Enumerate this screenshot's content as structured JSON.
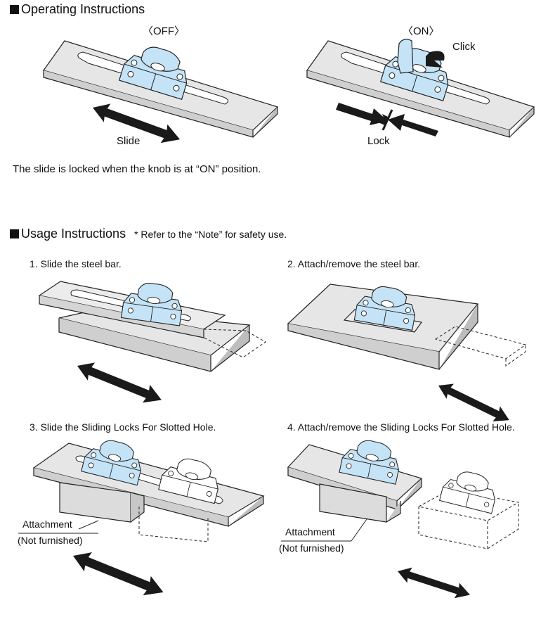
{
  "operating": {
    "heading": "Operating Instructions",
    "off_label": "〈OFF〉",
    "on_label": "〈ON〉",
    "click_label": "Click",
    "slide_label": "Slide",
    "lock_label": "Lock",
    "description": "The slide is locked when the knob is at “ON” position."
  },
  "usage": {
    "heading": "Usage Instructions",
    "note": "* Refer to the “Note” for safety use.",
    "steps": [
      {
        "caption": "1. Slide the steel bar."
      },
      {
        "caption": "2. Attach/remove the steel bar."
      },
      {
        "caption": "3. Slide the Sliding Locks For Slotted Hole."
      },
      {
        "caption": "4. Attach/remove the Sliding Locks For Slotted Hole."
      }
    ],
    "attachment_label": "Attachment",
    "not_furnished_label": "(Not furnished)"
  },
  "colors": {
    "lock_fill": "#c5e3f6",
    "bar_fill": "#e6e6e6",
    "arrow": "#1a1a1a"
  }
}
